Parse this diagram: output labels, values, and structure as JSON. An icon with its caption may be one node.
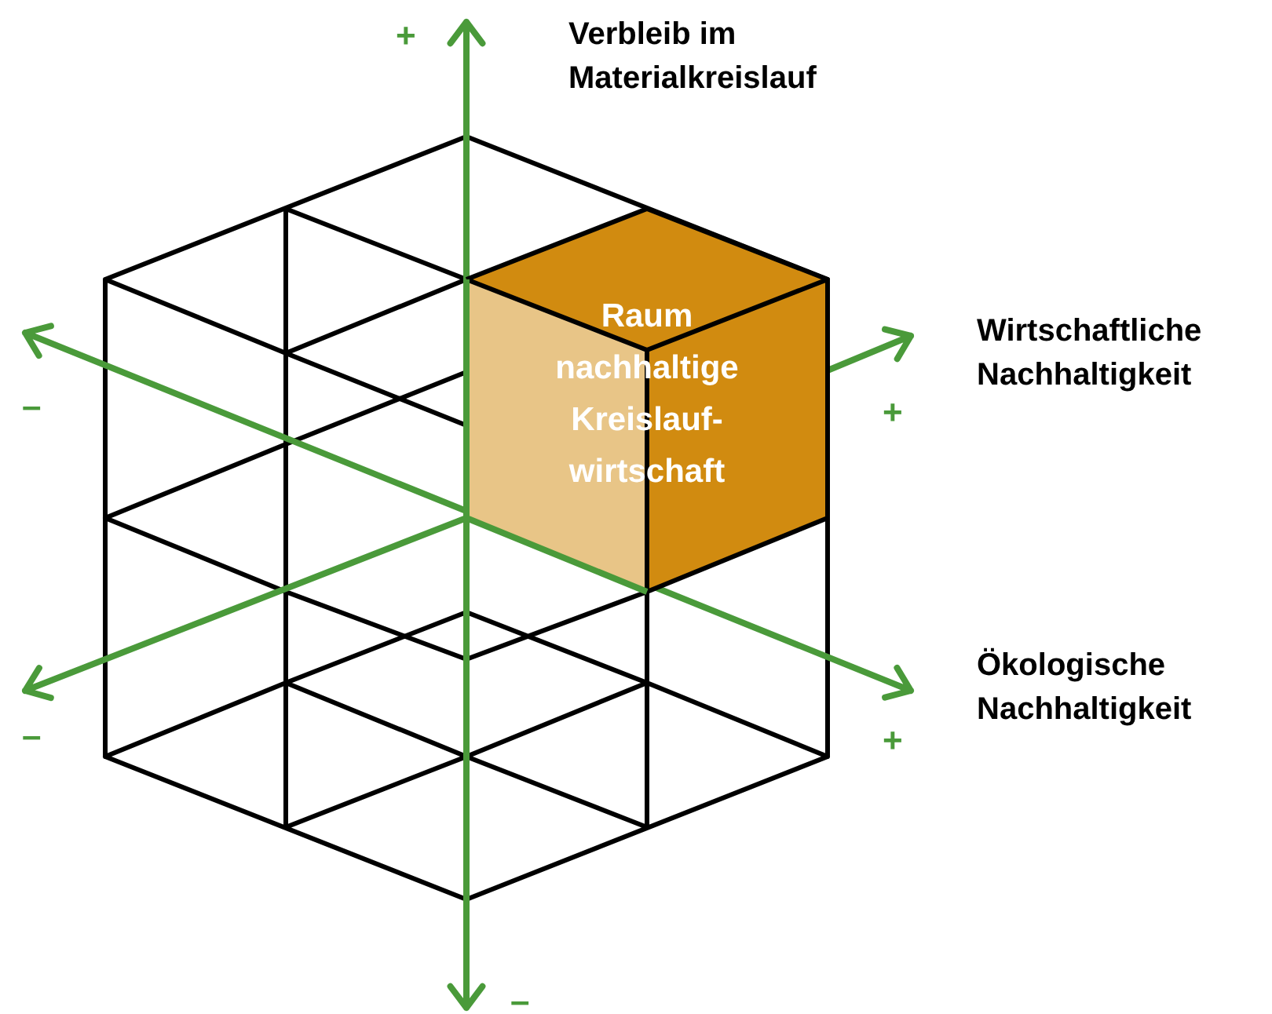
{
  "diagram": {
    "nodes": [
      {
        "text": [
          "Raum nachhaltige Kreislauf-wirtschaft"
        ]
      }
    ],
    "labels": [
      "+",
      "Verbleib im Materialkreislauf",
      "–",
      "Wirtschaftliche Nachhaltigkeit",
      "+",
      "Ökologische Nachhaltigkeit",
      "–",
      "+",
      "–"
    ]
  }
}
